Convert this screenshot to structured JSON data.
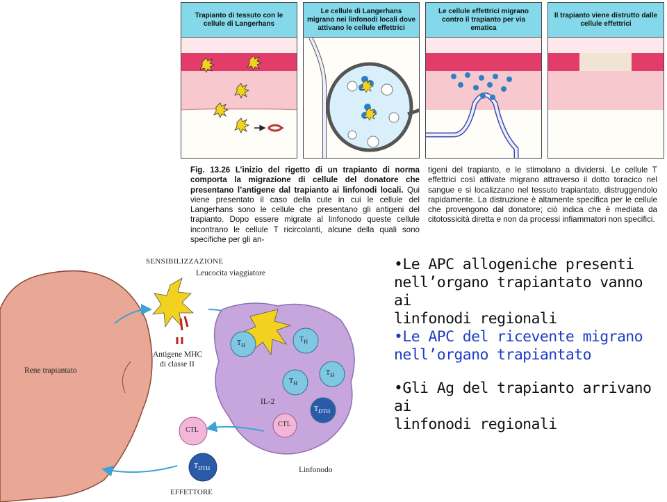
{
  "figure_top": {
    "panels": [
      {
        "title": "Trapianto di tessuto con le cellule di Langerhans"
      },
      {
        "title": "Le cellule di Langerhans migrano nei linfonodi locali dove attivano le cellule effettrici"
      },
      {
        "title": "Le cellule effettrici migrano contro il trapianto per via ematica"
      },
      {
        "title": "Il trapianto viene distrutto dalle cellule effettrici"
      }
    ],
    "caption": {
      "fig_label": "Fig. 13.26",
      "bold_text": "L’inizio del rigetto di un trapianto di norma comporta la migrazione di cellule del donatore che presentano l’antigene dal trapianto ai linfonodi locali.",
      "col1_rest": "Qui viene presentato il caso della cute in cui le cellule del Langerhans sono le cellule che presentano gli antigeni del trapianto. Dopo essere migrate al linfonodo queste cellule incontrano le cellule T ricircolanti, alcune della quali sono specifiche per gli an-",
      "col2": "tigeni del trapianto, e le stimolano a dividersi. Le cellule T effettrici così attivate migrano attraverso il dotto toracico nel sangue e si localizzano nel tessuto trapiantato, distruggendolo rapidamente. La distruzione è altamente specifica per le cellule che provengono dal donatore; ciò indica che è mediata da citotossicità diretta e non da processi infiammatori non specifici."
    }
  },
  "illustration": {
    "sensibilizzazione": "SENSIBILIZZAZIONE",
    "leucocita": "Leucocita viaggiatore",
    "antigene_line1": "Antigene MHC",
    "antigene_line2": "di classe II",
    "rene": "Rene trapiantato",
    "linfonodo": "Linfonodo",
    "effettore": "EFFETTORE",
    "il2": "IL-2",
    "th": "T",
    "th_sub": "H",
    "tdth": "T",
    "tdth_sub": "DTH",
    "ctl": "CTL",
    "colors": {
      "kidney": "#e8a895",
      "node": "#c6a6dd",
      "arrow": "#3aa3d6",
      "cell": "#7ec8e3",
      "dc": "#f2d21e"
    }
  },
  "bullets": [
    {
      "lines": [
        "•Le APC allogeniche presenti",
        "nell’organo trapiantato vanno ai",
        "linfonodi regionali"
      ],
      "color": "#111111"
    },
    {
      "lines": [
        "•Le APC del ricevente migrano",
        "nell’organo trapiantato"
      ],
      "color": "#1f3cc5"
    },
    {
      "lines": [
        "•Gli Ag del trapianto arrivano ai",
        "linfonodi regionali"
      ],
      "color": "#111111"
    }
  ]
}
